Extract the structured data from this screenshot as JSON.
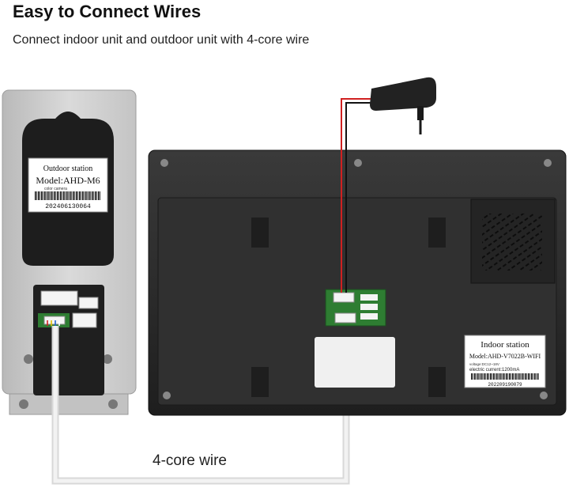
{
  "header": {
    "title": "Easy to Connect Wires",
    "subtitle": "Connect indoor unit and outdoor unit with 4-core wire"
  },
  "outdoor_label": {
    "heading": "Outdoor station",
    "model": "Model:AHD-M6",
    "note": "color camera",
    "serial": "202406130064"
  },
  "indoor_label": {
    "heading": "Indoor station",
    "model": "Model:AHD-V7022B-WIFI",
    "voltage": "voltage:DC12~18V",
    "current": "electric current:1200mA",
    "serial": "202209190079"
  },
  "wire": {
    "label": "4-core wire"
  },
  "colors": {
    "panel_silver": "#cfcfcf",
    "monitor_black": "#2a2a2a",
    "wire_white": "#e6e6e6",
    "power_red": "#d02020"
  }
}
